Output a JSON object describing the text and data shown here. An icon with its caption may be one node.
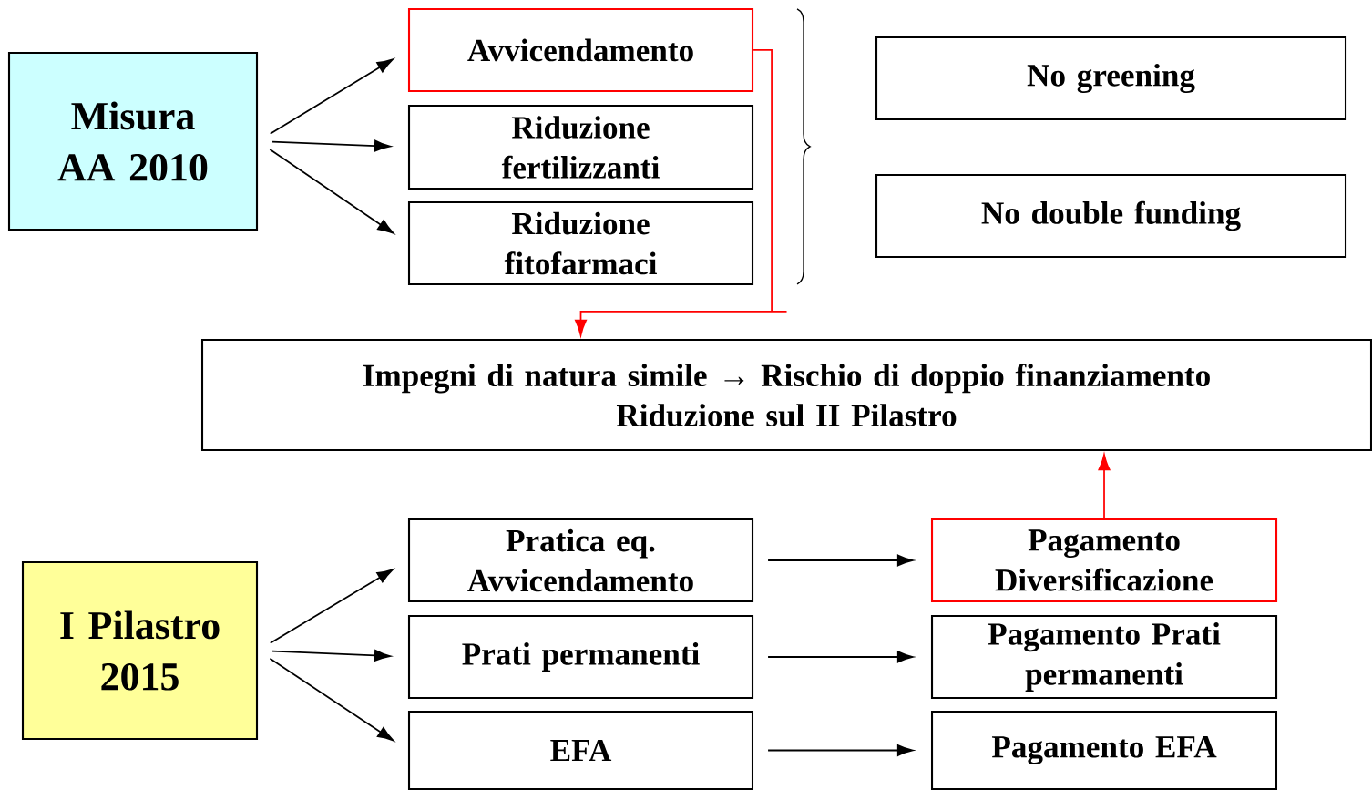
{
  "diagram": {
    "nodes": [
      {
        "text": [
          "Misura AA 2010"
        ]
      },
      {
        "text": [
          "Avvicendamento"
        ]
      },
      {
        "text": [
          "Riduzione fertilizzanti"
        ]
      },
      {
        "text": [
          "Riduzione fitofarmaci"
        ]
      },
      {
        "text": [
          "No greening"
        ]
      },
      {
        "text": [
          "No double funding"
        ]
      },
      {
        "text": [
          "Impegni di natura simile → Rischio di doppio finanziamento",
          "Riduzione sul II Pilastro"
        ]
      },
      {
        "text": [
          "I Pilastro 2015"
        ]
      },
      {
        "text": [
          "Pratica eq. Avvicendamento"
        ]
      },
      {
        "text": [
          "Prati permanenti"
        ]
      },
      {
        "text": [
          "EFA"
        ]
      },
      {
        "text": [
          "Pagamento Diversificazione"
        ]
      },
      {
        "text": [
          "Pagamento Prati permanenti"
        ]
      },
      {
        "text": [
          "Pagamento EFA"
        ]
      }
    ],
    "edges": [
      {
        "from": 0,
        "to": 1,
        "arrow": "to"
      },
      {
        "from": 0,
        "to": 2,
        "arrow": "to"
      },
      {
        "from": 0,
        "to": 3,
        "arrow": "to"
      },
      {
        "from": 1,
        "to": 6,
        "arrow": "to",
        "color": "#ff0000"
      },
      {
        "from": 7,
        "to": 8,
        "arrow": "to"
      },
      {
        "from": 7,
        "to": 9,
        "arrow": "to"
      },
      {
        "from": 7,
        "to": 10,
        "arrow": "to"
      },
      {
        "from": 8,
        "to": 11,
        "arrow": "to"
      },
      {
        "from": 9,
        "to": 12,
        "arrow": "to"
      },
      {
        "from": 10,
        "to": 13,
        "arrow": "to"
      },
      {
        "from": 11,
        "to": 6,
        "arrow": "to",
        "color": "#ff0000"
      }
    ]
  }
}
